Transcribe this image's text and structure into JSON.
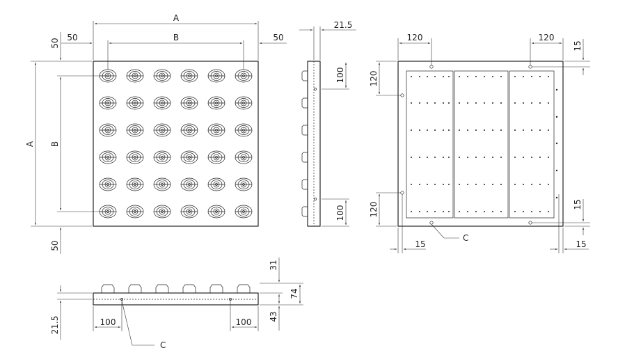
{
  "front_view": {
    "dim_width_outer": "A",
    "dim_width_inner": "B",
    "dim_left_margin": "50",
    "dim_right_margin": "50",
    "dim_height_outer": "A",
    "dim_height_inner": "B",
    "dim_top_margin": "50",
    "dim_bottom_margin": "50",
    "clamp_grid": {
      "rows": 6,
      "cols": 6
    }
  },
  "side_view": {
    "dim_thickness": "21.5",
    "dim_hole_top": "100",
    "dim_hole_bottom": "100",
    "clamp_count": 6
  },
  "rear_view": {
    "dim_hole_left": "120",
    "dim_hole_right": "120",
    "dim_side_hole_top": "120",
    "dim_side_hole_bottom": "120",
    "dim_edge_top_right": "15",
    "dim_edge_bottom_right": "15",
    "dim_edge_bottom_left": "15",
    "dim_edge_bottom_far_right": "15",
    "callout_label": "C"
  },
  "bottom_view": {
    "dim_clamp_height": "31",
    "dim_total_height": "74",
    "dim_plate_height": "43",
    "dim_hole_offset": "21.5",
    "dim_hole_left": "100",
    "dim_hole_right": "100",
    "callout_label": "C",
    "clamp_count": 6
  }
}
